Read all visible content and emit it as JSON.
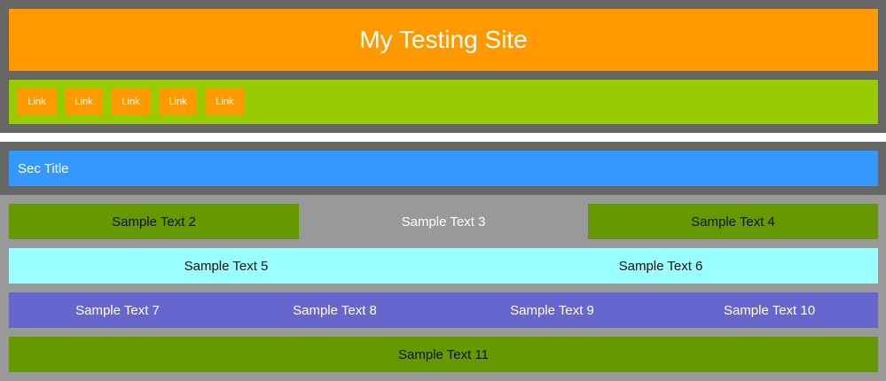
{
  "header": {
    "title": "My Testing Site"
  },
  "nav": {
    "links": [
      {
        "label": "Link"
      },
      {
        "label": "Link"
      },
      {
        "label": "Link"
      },
      {
        "label": "Link"
      },
      {
        "label": "Link"
      }
    ]
  },
  "section": {
    "title": "Sec Title"
  },
  "rows": {
    "row1": [
      "Sample Text 2",
      "Sample Text 3",
      "Sample Text 4"
    ],
    "row2": [
      "Sample Text 5",
      "Sample Text 6"
    ],
    "row3": [
      "Sample Text 7",
      "Sample Text 8",
      "Sample Text 9",
      "Sample Text 10"
    ],
    "row4": [
      "Sample Text 11"
    ]
  },
  "colors": {
    "orange": "#ff9900",
    "lime": "#99cc00",
    "blue": "#3399ff",
    "olive": "#669900",
    "cyan": "#99ffff",
    "purple": "#6666cc",
    "dark_grey": "#666666",
    "light_grey": "#999999"
  }
}
